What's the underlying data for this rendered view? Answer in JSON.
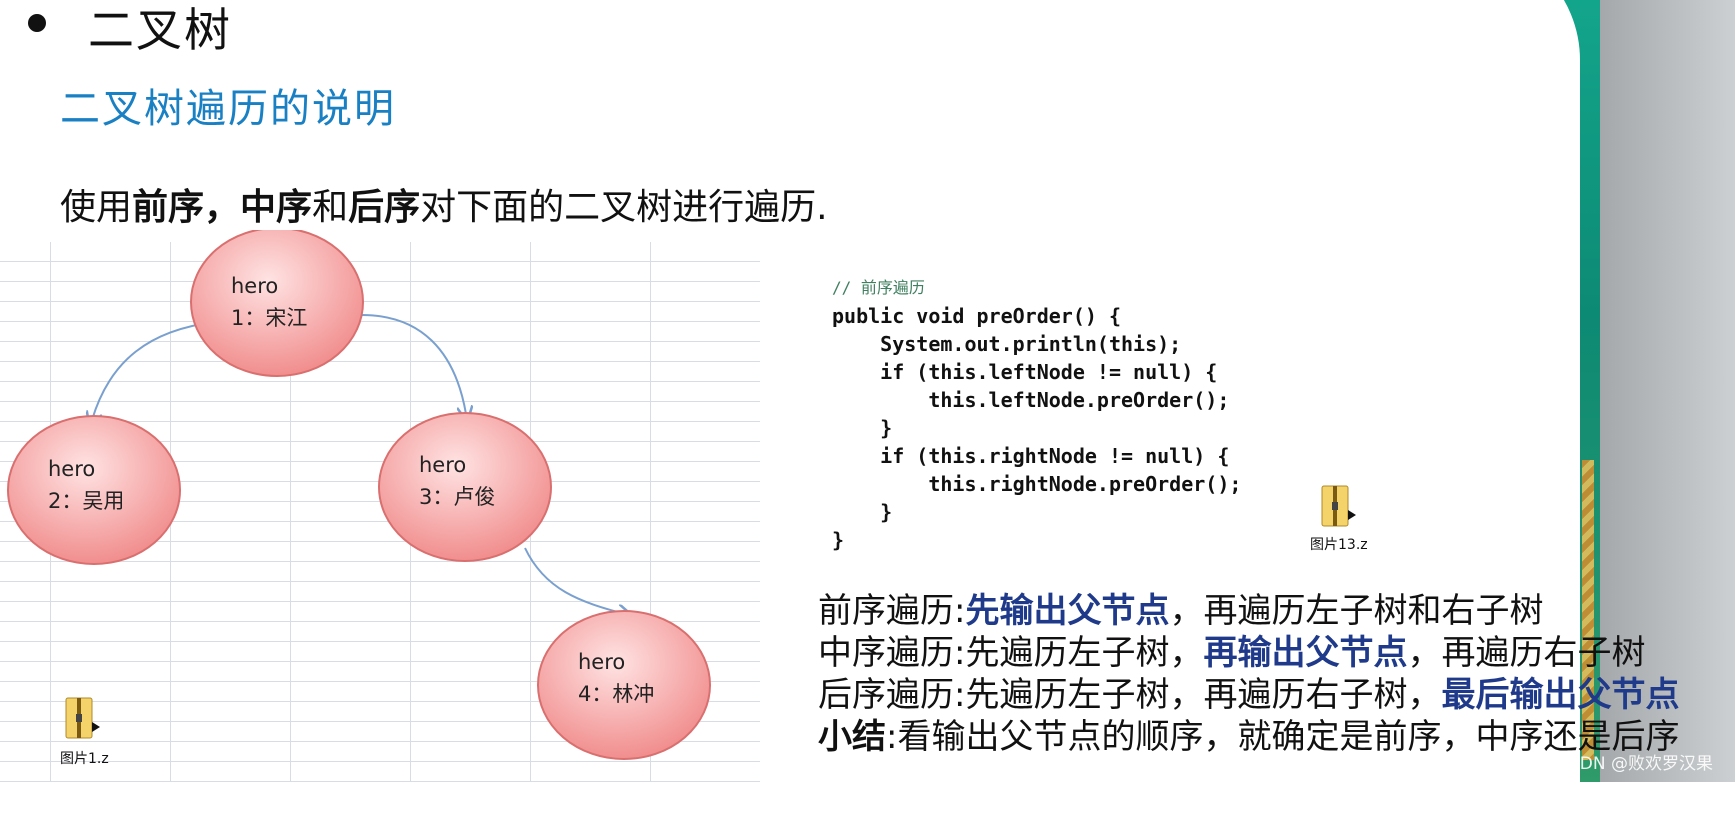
{
  "slide": {
    "heading": "二叉树",
    "subtitle": "二叉树遍历的说明",
    "intro": {
      "prefix": "使用",
      "b1": "前序",
      "sep1": "，",
      "b2": "中序",
      "mid": "和",
      "b3": "后序",
      "suffix": "对下面的二叉树进行遍历."
    }
  },
  "tree": {
    "nodes": [
      {
        "type": "hero",
        "label": "1：宋江"
      },
      {
        "type": "hero",
        "label": "2：吴用"
      },
      {
        "type": "hero",
        "label": "3：卢俊"
      },
      {
        "type": "hero",
        "label": "4：林冲"
      }
    ]
  },
  "files": {
    "left": "图片1.z",
    "right": "图片13.z"
  },
  "code": {
    "lines": [
      "// 前序遍历",
      "public void preOrder() {",
      "    System.out.println(this);",
      "    if (this.leftNode != null) {",
      "        this.leftNode.preOrder();",
      "    }",
      "    if (this.rightNode != null) {",
      "        this.rightNode.preOrder();",
      "    }",
      "}"
    ]
  },
  "notes": {
    "pre": {
      "label": "前序遍历:",
      "em": "先输出父节点",
      "rest": "，再遍历左子树和右子树"
    },
    "in": {
      "label": "中序遍历:",
      "a": "先遍历左子树，",
      "em": "再输出父节点",
      "rest": "，再遍历右子树"
    },
    "post": {
      "label": "后序遍历:",
      "a": "先遍历左子树，再遍历右子树，",
      "em": "最后输出父节点"
    },
    "summary": {
      "label": "小结",
      "rest": ":看输出父节点的顺序，就确定是前序，中序还是后序"
    }
  },
  "watermark": "CSDN @败欢罗汉果",
  "colors": {
    "node_fill_top": "#ffd6d6",
    "node_fill_bottom": "#f08d8d",
    "node_stroke": "#d96f6f",
    "edge": "#7aa0cf",
    "subtitle": "#1a80c4",
    "emphasis": "#1f3a8a",
    "accent_teal": "#13a58c"
  }
}
